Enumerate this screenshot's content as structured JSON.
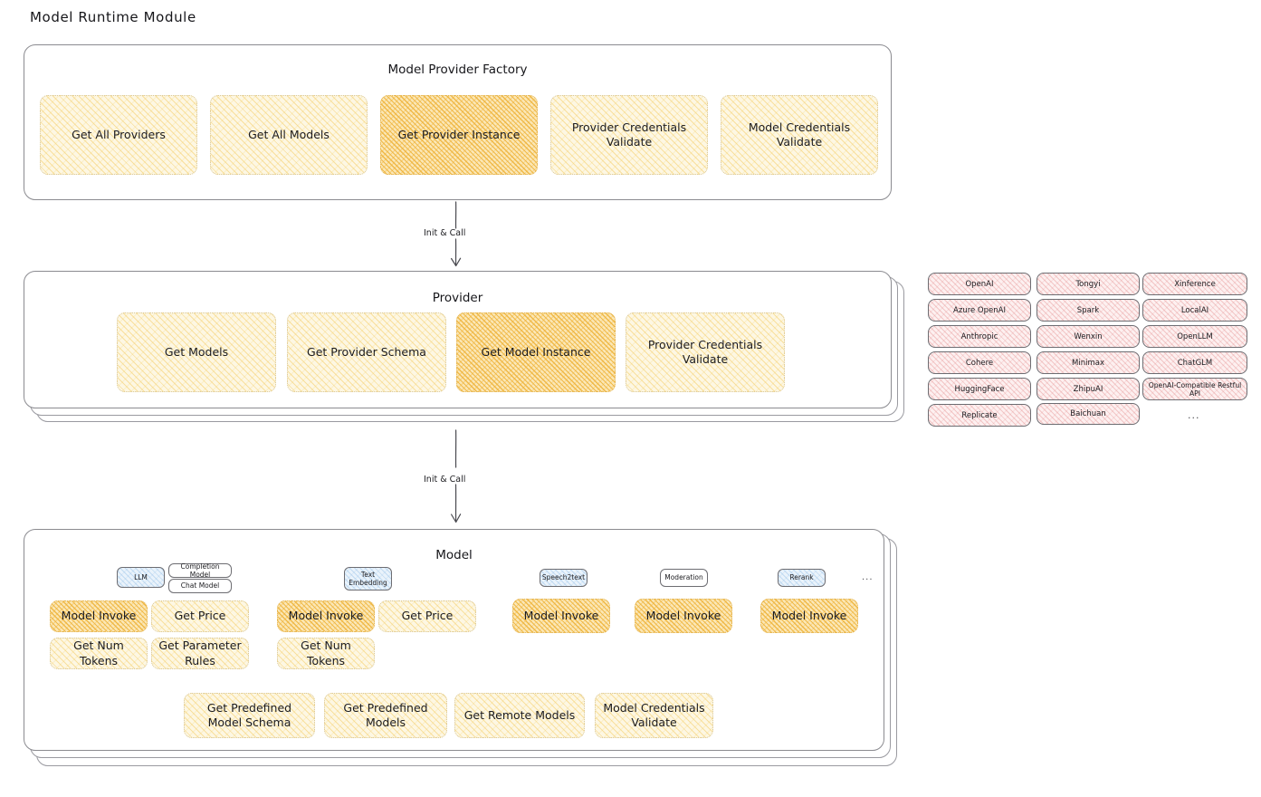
{
  "title": "Model Runtime Module",
  "factory": {
    "title": "Model Provider Factory",
    "boxes": [
      {
        "label": "Get All Providers",
        "highlight": false
      },
      {
        "label": "Get All Models",
        "highlight": false
      },
      {
        "label": "Get Provider Instance",
        "highlight": true
      },
      {
        "label": "Provider Credentials Validate",
        "highlight": false
      },
      {
        "label": "Model Credentials Validate",
        "highlight": false
      }
    ]
  },
  "arrows": [
    {
      "label": "Init & Call"
    },
    {
      "label": "Init & Call"
    }
  ],
  "provider": {
    "title": "Provider",
    "boxes": [
      {
        "label": "Get Models",
        "highlight": false
      },
      {
        "label": "Get Provider Schema",
        "highlight": false
      },
      {
        "label": "Get Model Instance",
        "highlight": true
      },
      {
        "label": "Provider Credentials Validate",
        "highlight": false
      }
    ]
  },
  "provider_list": {
    "column1": [
      "OpenAI",
      "Azure OpenAI",
      "Anthropic",
      "Cohere",
      "HuggingFace",
      "Replicate"
    ],
    "column2": [
      "Tongyi",
      "Spark",
      "Wenxin",
      "Minimax",
      "ZhipuAI",
      "Baichuan"
    ],
    "column3": [
      "Xinference",
      "LocalAI",
      "OpenLLM",
      "ChatGLM",
      "OpenAI-Compatible Restful API"
    ],
    "more": "..."
  },
  "model": {
    "title": "Model",
    "more": "...",
    "types": [
      {
        "name": "LLM",
        "blue": true,
        "subtypes": [
          "Completion Model",
          "Chat Model"
        ]
      },
      {
        "name": "Text Embedding",
        "blue": true,
        "subtypes": []
      },
      {
        "name": "Speech2text",
        "blue": true,
        "subtypes": []
      },
      {
        "name": "Moderation",
        "blue": true,
        "subtypes": []
      },
      {
        "name": "Rerank",
        "blue": true,
        "subtypes": []
      }
    ],
    "llm_methods": [
      {
        "label": "Model Invoke",
        "highlight": true
      },
      {
        "label": "Get Price",
        "highlight": false
      },
      {
        "label": "Get Num Tokens",
        "highlight": false
      },
      {
        "label": "Get Parameter Rules",
        "highlight": false
      }
    ],
    "embedding_methods": [
      {
        "label": "Model Invoke",
        "highlight": true
      },
      {
        "label": "Get Price",
        "highlight": false
      },
      {
        "label": "Get Num Tokens",
        "highlight": false
      }
    ],
    "speech2text_methods": [
      {
        "label": "Model Invoke",
        "highlight": true
      }
    ],
    "moderation_methods": [
      {
        "label": "Model Invoke",
        "highlight": true
      }
    ],
    "rerank_methods": [
      {
        "label": "Model Invoke",
        "highlight": true
      }
    ],
    "common_methods": [
      {
        "label": "Get Predefined Model Schema",
        "highlight": false
      },
      {
        "label": "Get Predefined Models",
        "highlight": false
      },
      {
        "label": "Get Remote Models",
        "highlight": false
      },
      {
        "label": "Model Credentials Validate",
        "highlight": false
      }
    ]
  },
  "colors": {
    "hatch_yellow": "#f5cd64",
    "hatch_yellow_strong": "#eeb237",
    "hatch_pink": "#e28686",
    "badge_blue": "#78afe1",
    "panel_border": "#8b8b90",
    "ink": "#1b1b1f"
  }
}
